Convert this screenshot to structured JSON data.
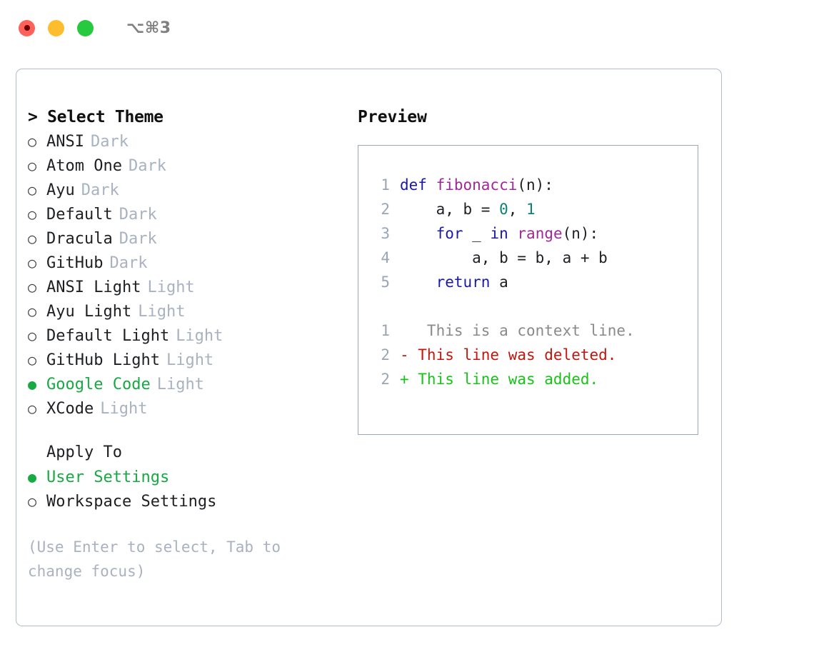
{
  "window": {
    "title": "⌥⌘3",
    "traffic_lights": [
      {
        "name": "close-button",
        "color": "#fd6159"
      },
      {
        "name": "minimize-button",
        "color": "#febd2e"
      },
      {
        "name": "maximize-button",
        "color": "#27c93f"
      }
    ]
  },
  "theme_selector": {
    "heading": "> Select Theme",
    "selected_marker": "●",
    "unselected_marker": "○",
    "accent_color": "#17a943",
    "items": [
      {
        "name": "ANSI",
        "tag": "Dark",
        "selected": false
      },
      {
        "name": "Atom One",
        "tag": "Dark",
        "selected": false
      },
      {
        "name": "Ayu",
        "tag": "Dark",
        "selected": false
      },
      {
        "name": "Default",
        "tag": "Dark",
        "selected": false
      },
      {
        "name": "Dracula",
        "tag": "Dark",
        "selected": false
      },
      {
        "name": "GitHub",
        "tag": "Dark",
        "selected": false
      },
      {
        "name": "ANSI Light",
        "tag": "Light",
        "selected": false
      },
      {
        "name": "Ayu Light",
        "tag": "Light",
        "selected": false
      },
      {
        "name": "Default Light",
        "tag": "Light",
        "selected": false
      },
      {
        "name": "GitHub Light",
        "tag": "Light",
        "selected": false
      },
      {
        "name": "Google Code",
        "tag": "Light",
        "selected": true
      },
      {
        "name": "XCode",
        "tag": "Light",
        "selected": false
      }
    ]
  },
  "apply_to": {
    "heading": "Apply To",
    "items": [
      {
        "name": "User Settings",
        "selected": true
      },
      {
        "name": "Workspace Settings",
        "selected": false
      }
    ]
  },
  "hint": "(Use Enter to select, Tab to change focus)",
  "preview": {
    "heading": "Preview",
    "code_lines": [
      {
        "lineno": "1",
        "tokens": [
          {
            "t": "def ",
            "c": "kw"
          },
          {
            "t": "fibonacci",
            "c": "fn"
          },
          {
            "t": "(n):",
            "c": "plain"
          }
        ]
      },
      {
        "lineno": "2",
        "tokens": [
          {
            "t": "    a, b = ",
            "c": "plain"
          },
          {
            "t": "0",
            "c": "num"
          },
          {
            "t": ", ",
            "c": "plain"
          },
          {
            "t": "1",
            "c": "num"
          }
        ]
      },
      {
        "lineno": "3",
        "tokens": [
          {
            "t": "    ",
            "c": "plain"
          },
          {
            "t": "for",
            "c": "kw"
          },
          {
            "t": " _ ",
            "c": "plain"
          },
          {
            "t": "in",
            "c": "kw"
          },
          {
            "t": " ",
            "c": "plain"
          },
          {
            "t": "range",
            "c": "fn"
          },
          {
            "t": "(n):",
            "c": "plain"
          }
        ]
      },
      {
        "lineno": "4",
        "tokens": [
          {
            "t": "        a, b = b, a + b",
            "c": "plain"
          }
        ]
      },
      {
        "lineno": "5",
        "tokens": [
          {
            "t": "    ",
            "c": "plain"
          },
          {
            "t": "return",
            "c": "kw"
          },
          {
            "t": " a",
            "c": "plain"
          }
        ]
      }
    ],
    "diff_lines": [
      {
        "lineno": "1",
        "marker": " ",
        "text": "  This is a context line.",
        "kind": "ctx"
      },
      {
        "lineno": "2",
        "marker": "-",
        "text": " This line was deleted.",
        "kind": "del"
      },
      {
        "lineno": "2",
        "marker": "+",
        "text": " This line was added.",
        "kind": "add"
      }
    ],
    "colors": {
      "keyword": "#1a1aa6",
      "function": "#a0289a",
      "number": "#0d8077",
      "plain": "#1d1f22",
      "lineno": "#9aa5b5",
      "diff_context": "#8a8a8a",
      "diff_deleted": "#c3160c",
      "diff_added": "#16c316"
    }
  }
}
